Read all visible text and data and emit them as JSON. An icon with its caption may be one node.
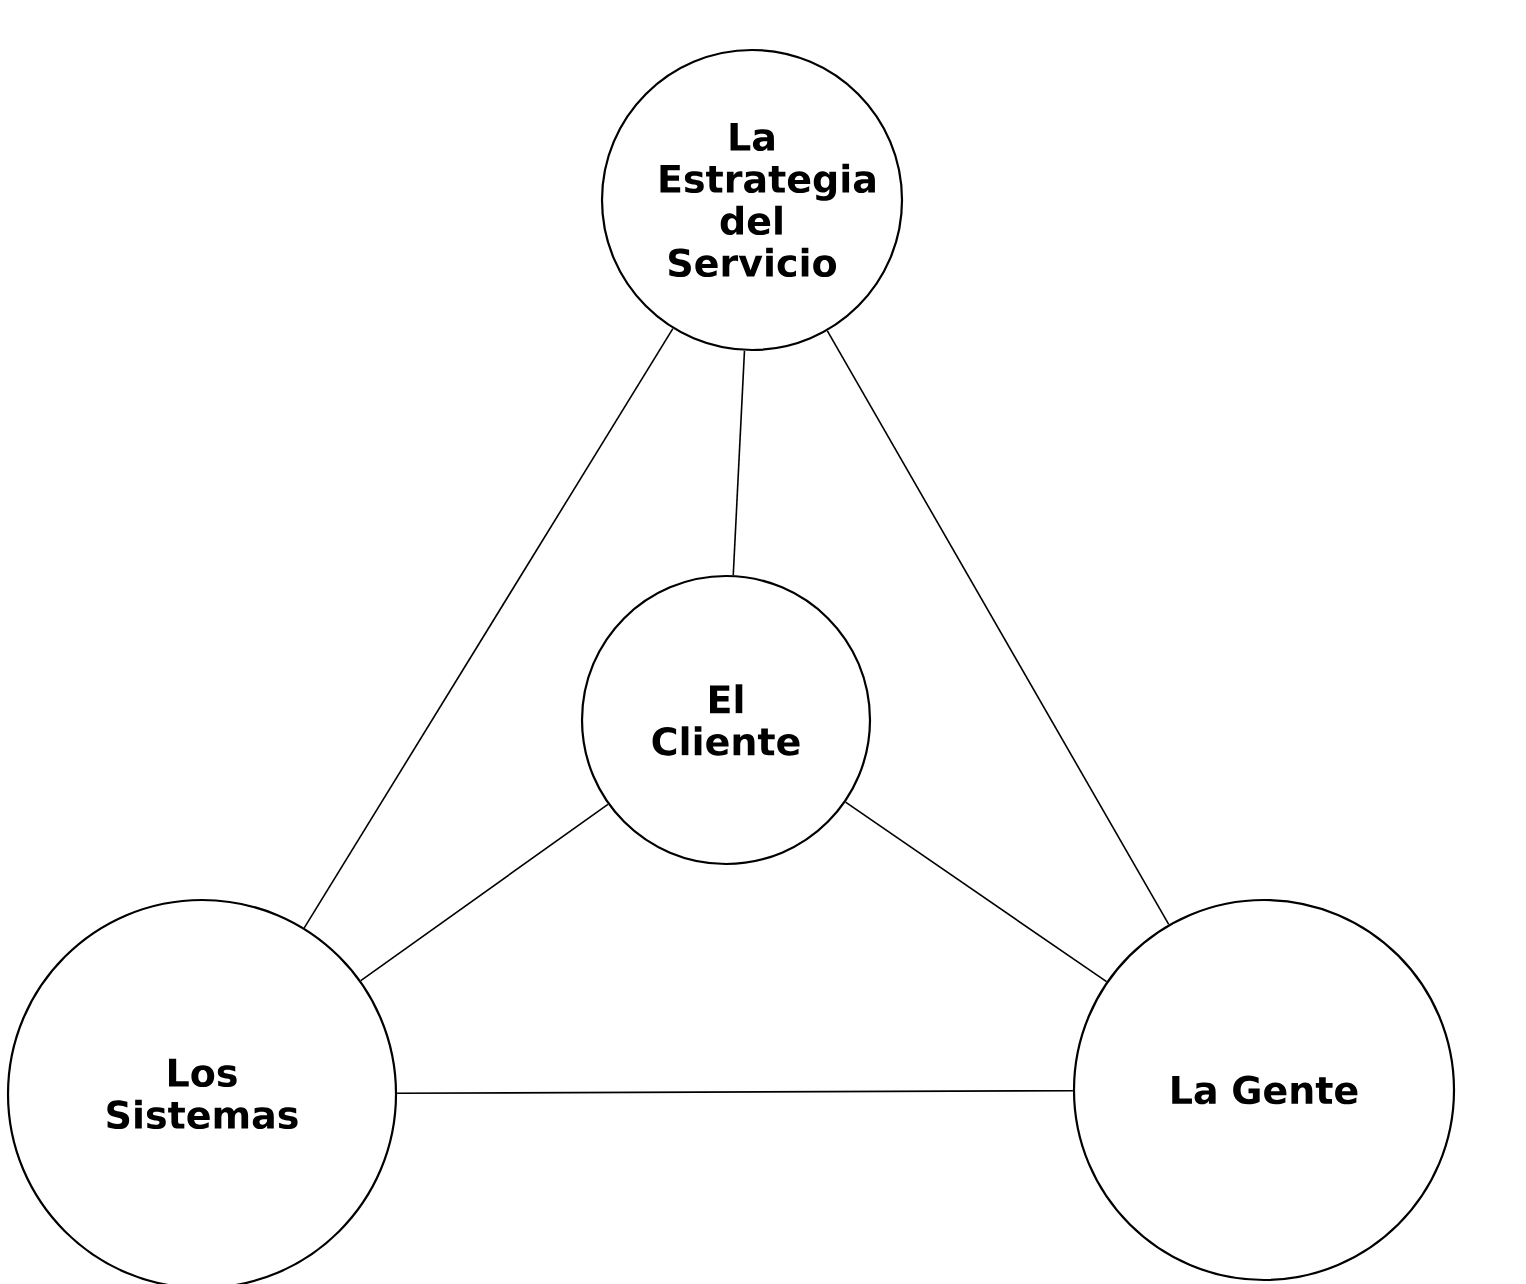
{
  "diagram": {
    "nodes": [
      {
        "text": [
          "La Estrategia del Servicio"
        ]
      },
      {
        "text": [
          "El Cliente"
        ]
      },
      {
        "text": [
          "Los Sistemas"
        ]
      },
      {
        "text": [
          "La Gente"
        ]
      }
    ],
    "edges": [
      {
        "from": 0,
        "to": 1,
        "arrow": "none"
      },
      {
        "from": 0,
        "to": 2,
        "arrow": "none"
      },
      {
        "from": 0,
        "to": 3,
        "arrow": "none"
      },
      {
        "from": 1,
        "to": 2,
        "arrow": "none"
      },
      {
        "from": 1,
        "to": 3,
        "arrow": "none"
      },
      {
        "from": 2,
        "to": 3,
        "arrow": "none"
      }
    ]
  }
}
